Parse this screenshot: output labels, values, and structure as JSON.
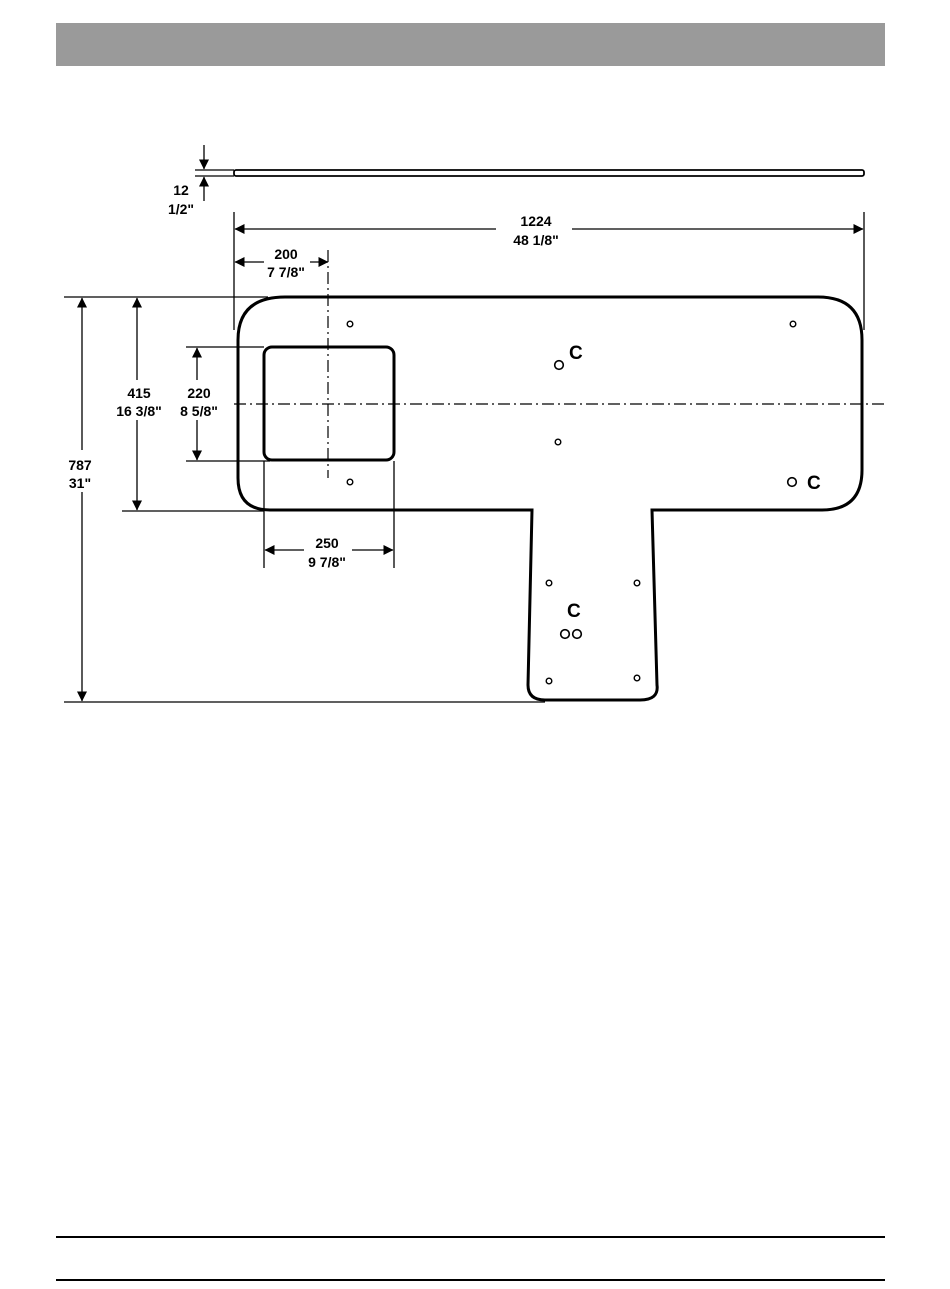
{
  "header": {
    "bar_color": "#9a9a9a"
  },
  "dimensions": {
    "thickness": {
      "mm": "12",
      "inch": "1/2\""
    },
    "overall_width": {
      "mm": "1224",
      "inch": "48 1/8\""
    },
    "cutout_offset": {
      "mm": "200",
      "inch": "7 7/8\""
    },
    "top_depth": {
      "mm": "415",
      "inch": "16 3/8\""
    },
    "cutout_height": {
      "mm": "220",
      "inch": "8 5/8\""
    },
    "overall_depth": {
      "mm": "787",
      "inch": "31\""
    },
    "cutout_width": {
      "mm": "250",
      "inch": "9 7/8\""
    }
  },
  "markers": {
    "c1": "C",
    "c2": "C",
    "c3": "C"
  }
}
